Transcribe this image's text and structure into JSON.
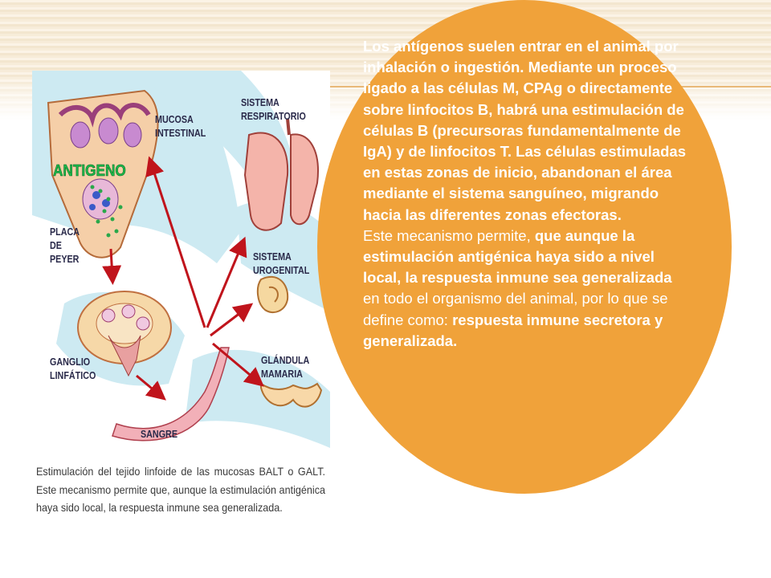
{
  "figure": {
    "labels": {
      "mucosa": "MUCOSA\nINTESTINAL",
      "respiratorio": "SISTEMA\nRESPIRATORIO",
      "antigeno": "ANTIGENO",
      "placa": "PLACA\nDE\nPEYER",
      "urogenital": "SISTEMA\nUROGENITAL",
      "ganglio": "GANGLIO\nLINFÁTICO",
      "glandula": "GLÁNDULA\nMAMARIA",
      "sangre": "SANGRE"
    },
    "caption": "Estimulación del tejido linfoide de las mucosas BALT o GALT. Este mecanismo permite que, aunque la estimulación antigénica haya sido local, la respuesta inmune sea generalizada."
  },
  "text": {
    "p1": "Los antígenos suelen entrar en el animal por inhalación o ingestión. Mediante un proceso ligado a las células M, CPAg o directamente sobre linfocitos B, habrá una estimulación de células B  (precursoras fundamentalmente de IgA) y de linfocitos T. Las células estimuladas en estas zonas de inicio, abandonan el área mediante el sistema sanguíneo, migrando hacia las diferentes zonas efectoras.",
    "p2_a": "Este mecanismo permite, ",
    "p2_b": "que aunque la estimulación antigénica haya sido a nivel local, la respuesta inmune sea generalizada",
    "p2_c": " en todo el organismo del animal, por lo que se define como: ",
    "p2_d": "respuesta inmune secretora y generalizada."
  },
  "colors": {
    "circle": "#f0a23a",
    "arrow": "#c0141c",
    "antigen": "#1db84a"
  }
}
